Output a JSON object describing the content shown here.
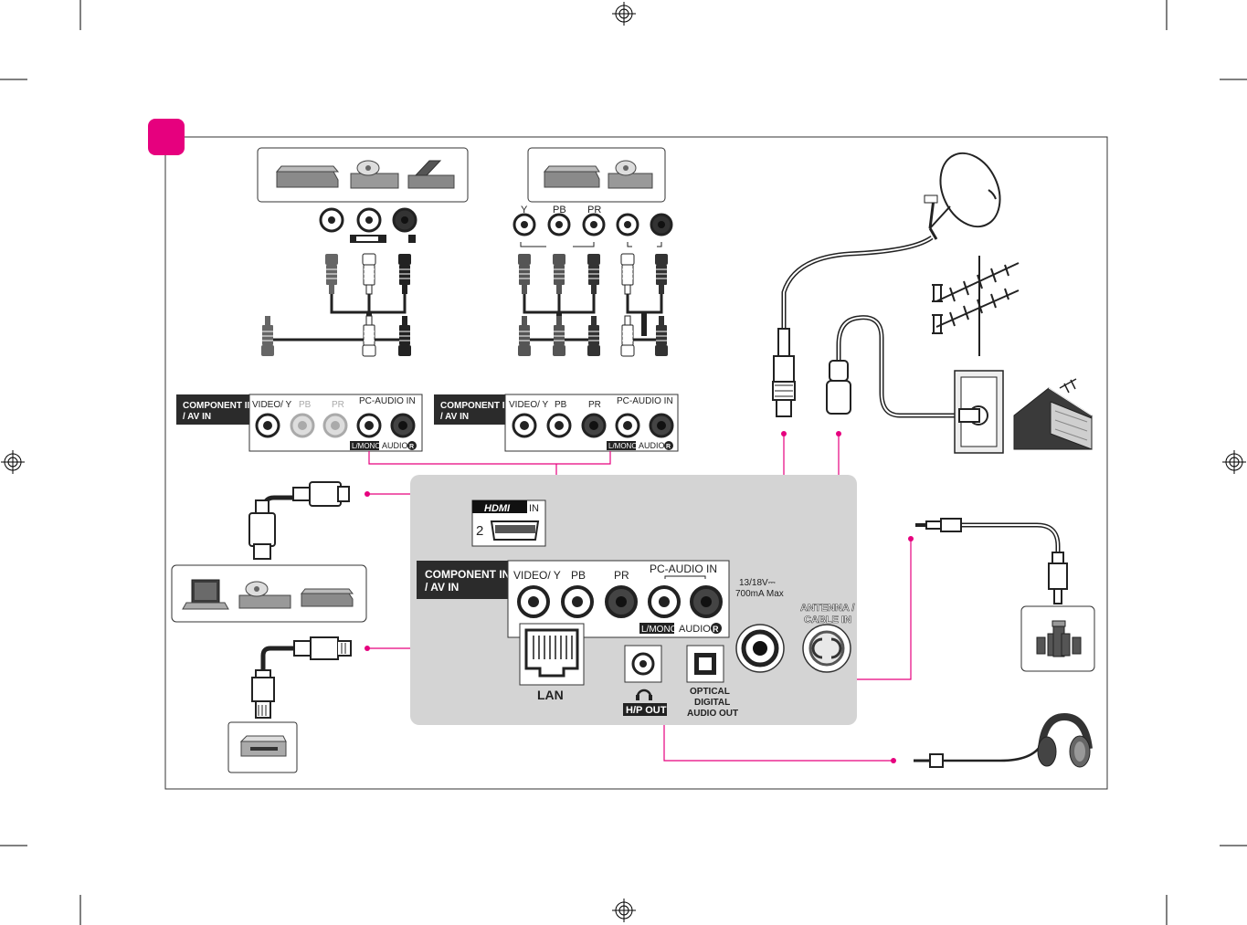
{
  "colors": {
    "accent": "#e6007e",
    "panel": "#d4d4d4",
    "label_dark": "#2b2b2b",
    "line": "#333333"
  },
  "small_panel_av": {
    "title_line1": "COMPONENT IN",
    "title_line2": "/ AV IN",
    "video_y": "VIDEO/ Y",
    "pb": "PB",
    "pr": "PR",
    "pc_audio_in": "PC-AUDIO IN",
    "l_mono": "L/MONO",
    "audio": "AUDIO",
    "r": "R"
  },
  "small_panel_component": {
    "title_line1": "COMPONENT IN",
    "title_line2": "/ AV IN",
    "video_y": "VIDEO/ Y",
    "pb": "PB",
    "pr": "PR",
    "pc_audio_in": "PC-AUDIO IN",
    "l_mono": "L/MONO",
    "audio": "AUDIO",
    "r": "R"
  },
  "component_source_jacks": {
    "y": "Y",
    "pb": "PB",
    "pr": "PR"
  },
  "main_panel": {
    "hdmi_label": "HDMI",
    "hdmi_in": "IN",
    "hdmi_number": "2",
    "component_title_line1": "COMPONENT IN",
    "component_title_line2": "/ AV IN",
    "video_y": "VIDEO/ Y",
    "pb": "PB",
    "pr": "PR",
    "pc_audio_in": "PC-AUDIO IN",
    "l_mono": "L/MONO",
    "audio": "AUDIO",
    "r": "R",
    "lnb_power_line1": "13/18V⎓",
    "lnb_power_line2": "700mA Max",
    "antenna_line1": "ANTENNA /",
    "antenna_line2": "CABLE IN",
    "lan": "LAN",
    "hp_out": "H/P OUT",
    "optical_line1": "OPTICAL",
    "optical_line2": "DIGITAL",
    "optical_line3": "AUDIO OUT"
  },
  "icons": [
    "registration-mark-icon",
    "dvd-player-icon",
    "vcr-icon",
    "game-console-icon",
    "satellite-dish-icon",
    "terrestrial-antenna-icon",
    "house-icon",
    "wall-outlet-icon",
    "hdmi-cable-icon",
    "laptop-icon",
    "router-icon",
    "lan-cable-icon",
    "optical-cable-icon",
    "home-theater-icon",
    "headphones-icon"
  ]
}
